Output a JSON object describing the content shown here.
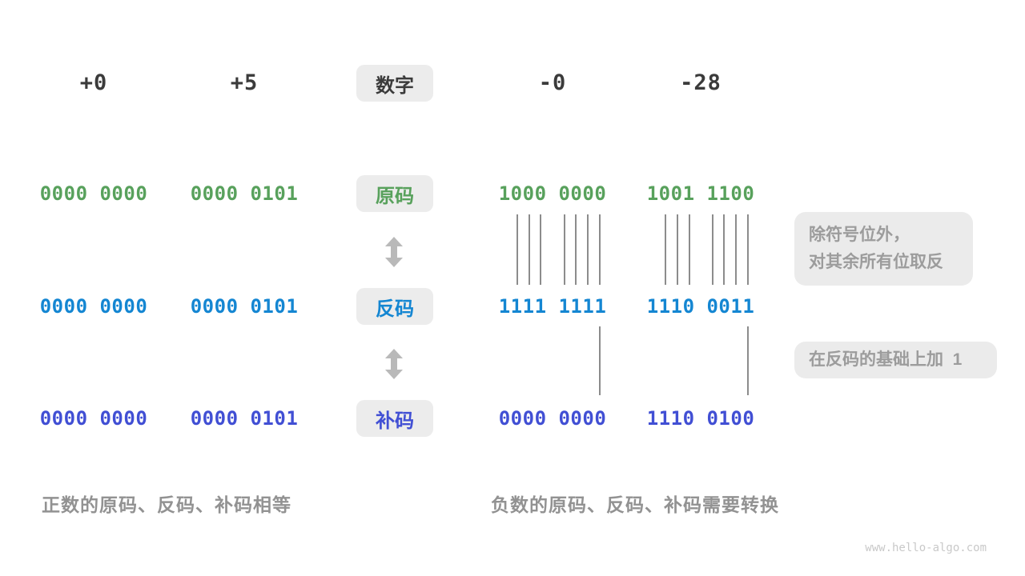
{
  "diagram": {
    "header": {
      "numbers": [
        "+0",
        "+5",
        "-0",
        "-28"
      ],
      "label": "数字"
    },
    "rows": [
      {
        "key": "sign-magnitude",
        "label": "原码",
        "color": "#58a15c",
        "values": [
          "0000 0000",
          "0000 0101",
          "1000 0000",
          "1001 1100"
        ]
      },
      {
        "key": "ones-complement",
        "label": "反码",
        "color": "#1486d2",
        "values": [
          "0000 0000",
          "0000 0101",
          "1111 1111",
          "1110 0011"
        ]
      },
      {
        "key": "twos-complement",
        "label": "补码",
        "color": "#414fd4",
        "values": [
          "0000 0000",
          "0000 0101",
          "0000 0000",
          "1110 0100"
        ]
      }
    ],
    "annotations": [
      {
        "line1": "除符号位外，",
        "line2": "对其余所有位取反"
      },
      {
        "text": "在反码的基础上加  1"
      }
    ],
    "captions": {
      "positive": "正数的原码、反码、补码相等",
      "negative": "负数的原码、反码、补码需要转换"
    },
    "watermark": "www.hello-algo.com"
  }
}
